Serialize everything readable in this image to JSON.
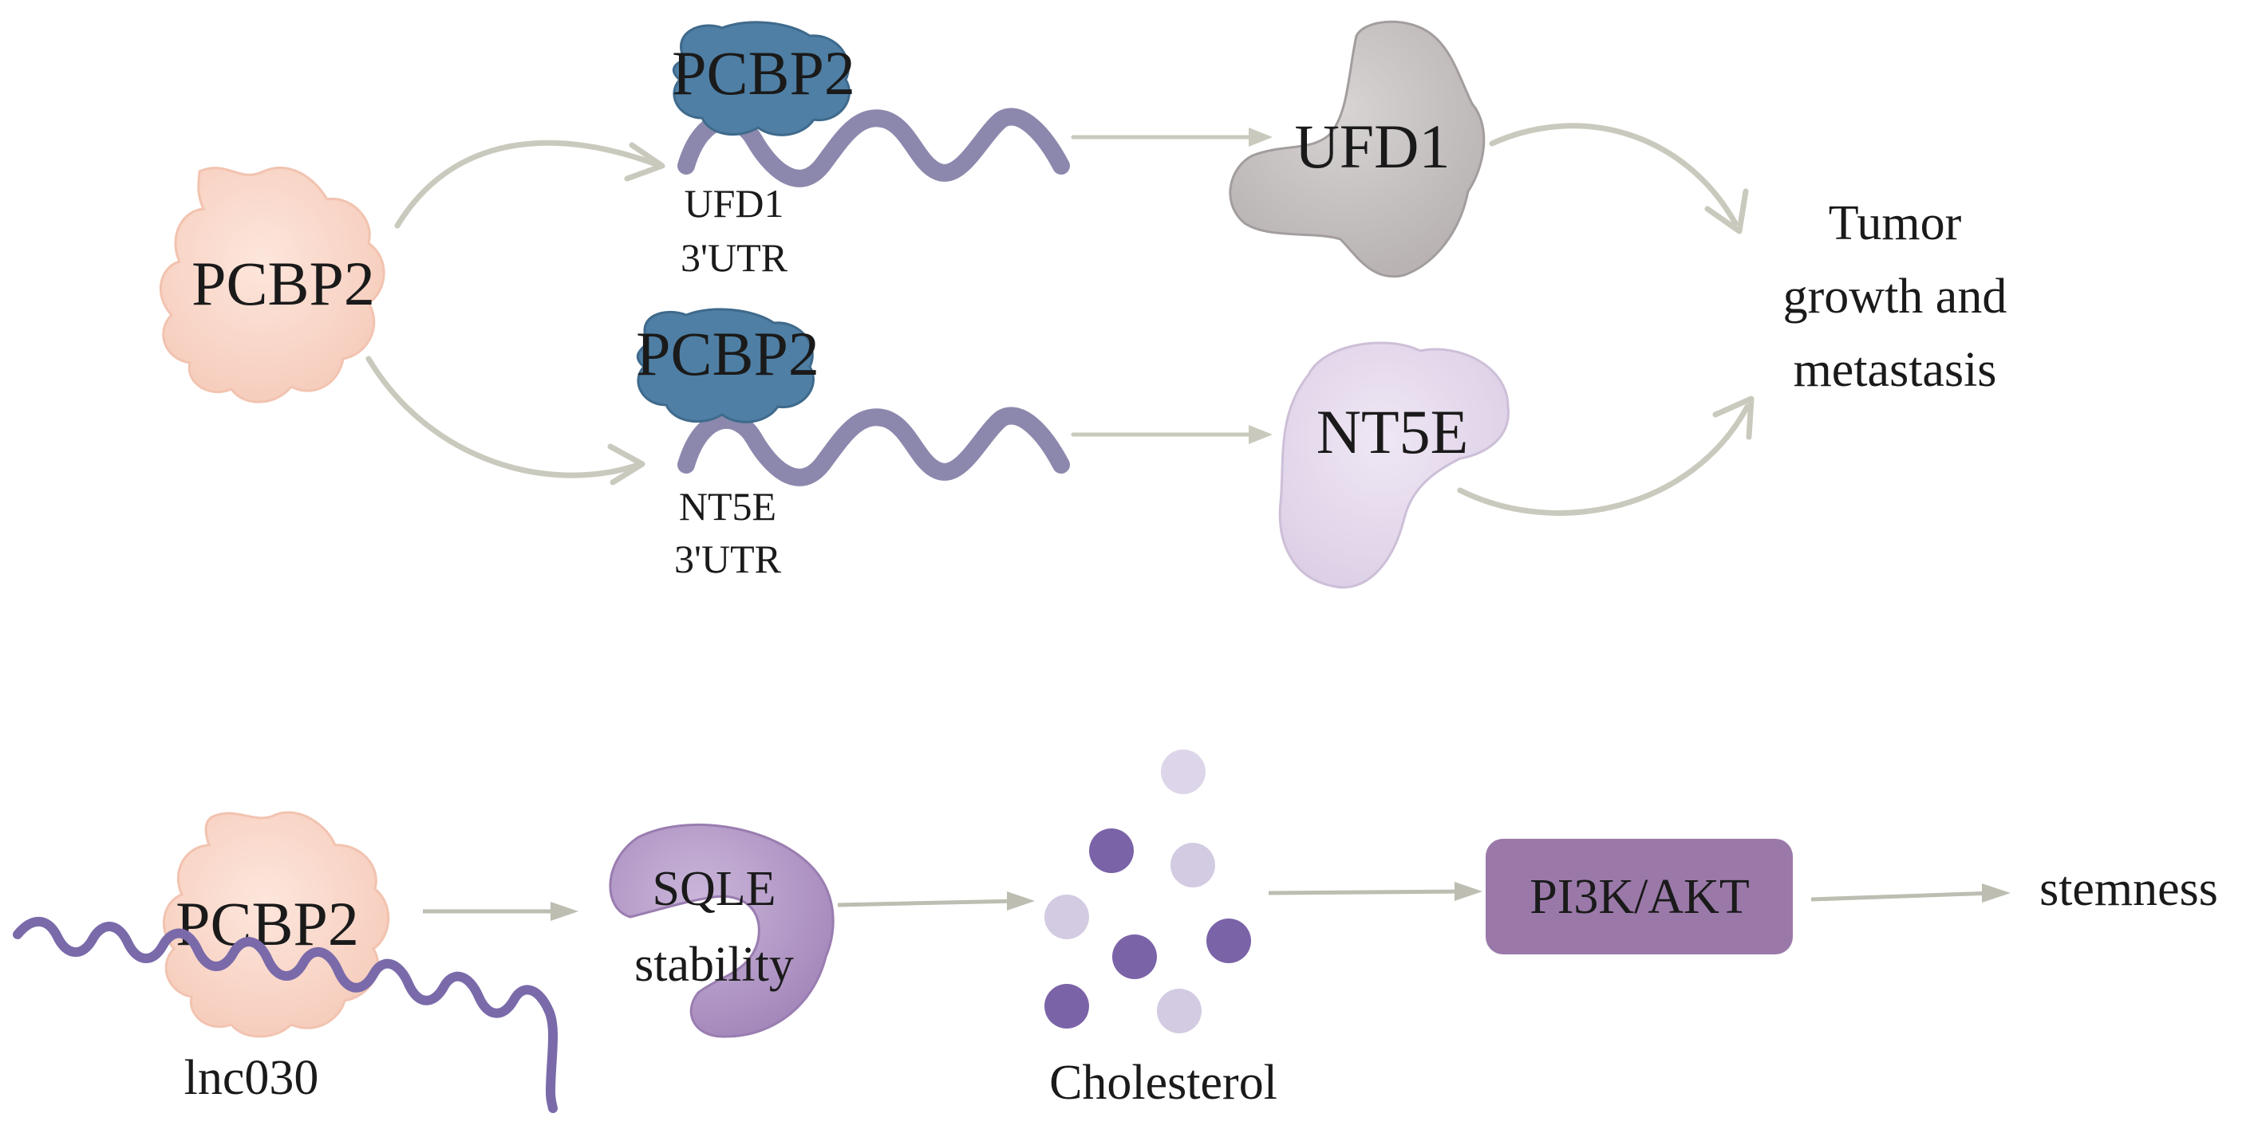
{
  "upper": {
    "pcbp2_main": "PCBP2",
    "pcbp2_top": "PCBP2",
    "pcbp2_bottom": "PCBP2",
    "utr_top_line1": "UFD1",
    "utr_top_line2": "3'UTR",
    "utr_bottom_line1": "NT5E",
    "utr_bottom_line2": "3'UTR",
    "ufd1_protein": "UFD1",
    "nt5e_protein": "NT5E",
    "outcome_line1": "Tumor",
    "outcome_line2": "growth and",
    "outcome_line3": "metastasis"
  },
  "lower": {
    "pcbp2": "PCBP2",
    "lnc": "lnc030",
    "sqle_line1": "SQLE",
    "sqle_line2": "stability",
    "cholesterol": "Cholesterol",
    "pathway": "PI3K/AKT",
    "stemness": "stemness"
  },
  "colors": {
    "pcbp2_body": "#f9d8cc",
    "pcbp2_bound": "#4f7fa4",
    "rna": "#8c88ad",
    "ufd1": "#c9c4c4",
    "nt5e": "#e3d8ea",
    "sqle": "#b59bc9",
    "pathway_box": "#9a79a9",
    "lnc030": "#7a6aaa",
    "arrow": "#c9c9bd",
    "dark_dot": "#7b63a8",
    "light_dot": "#d2cbe2"
  }
}
